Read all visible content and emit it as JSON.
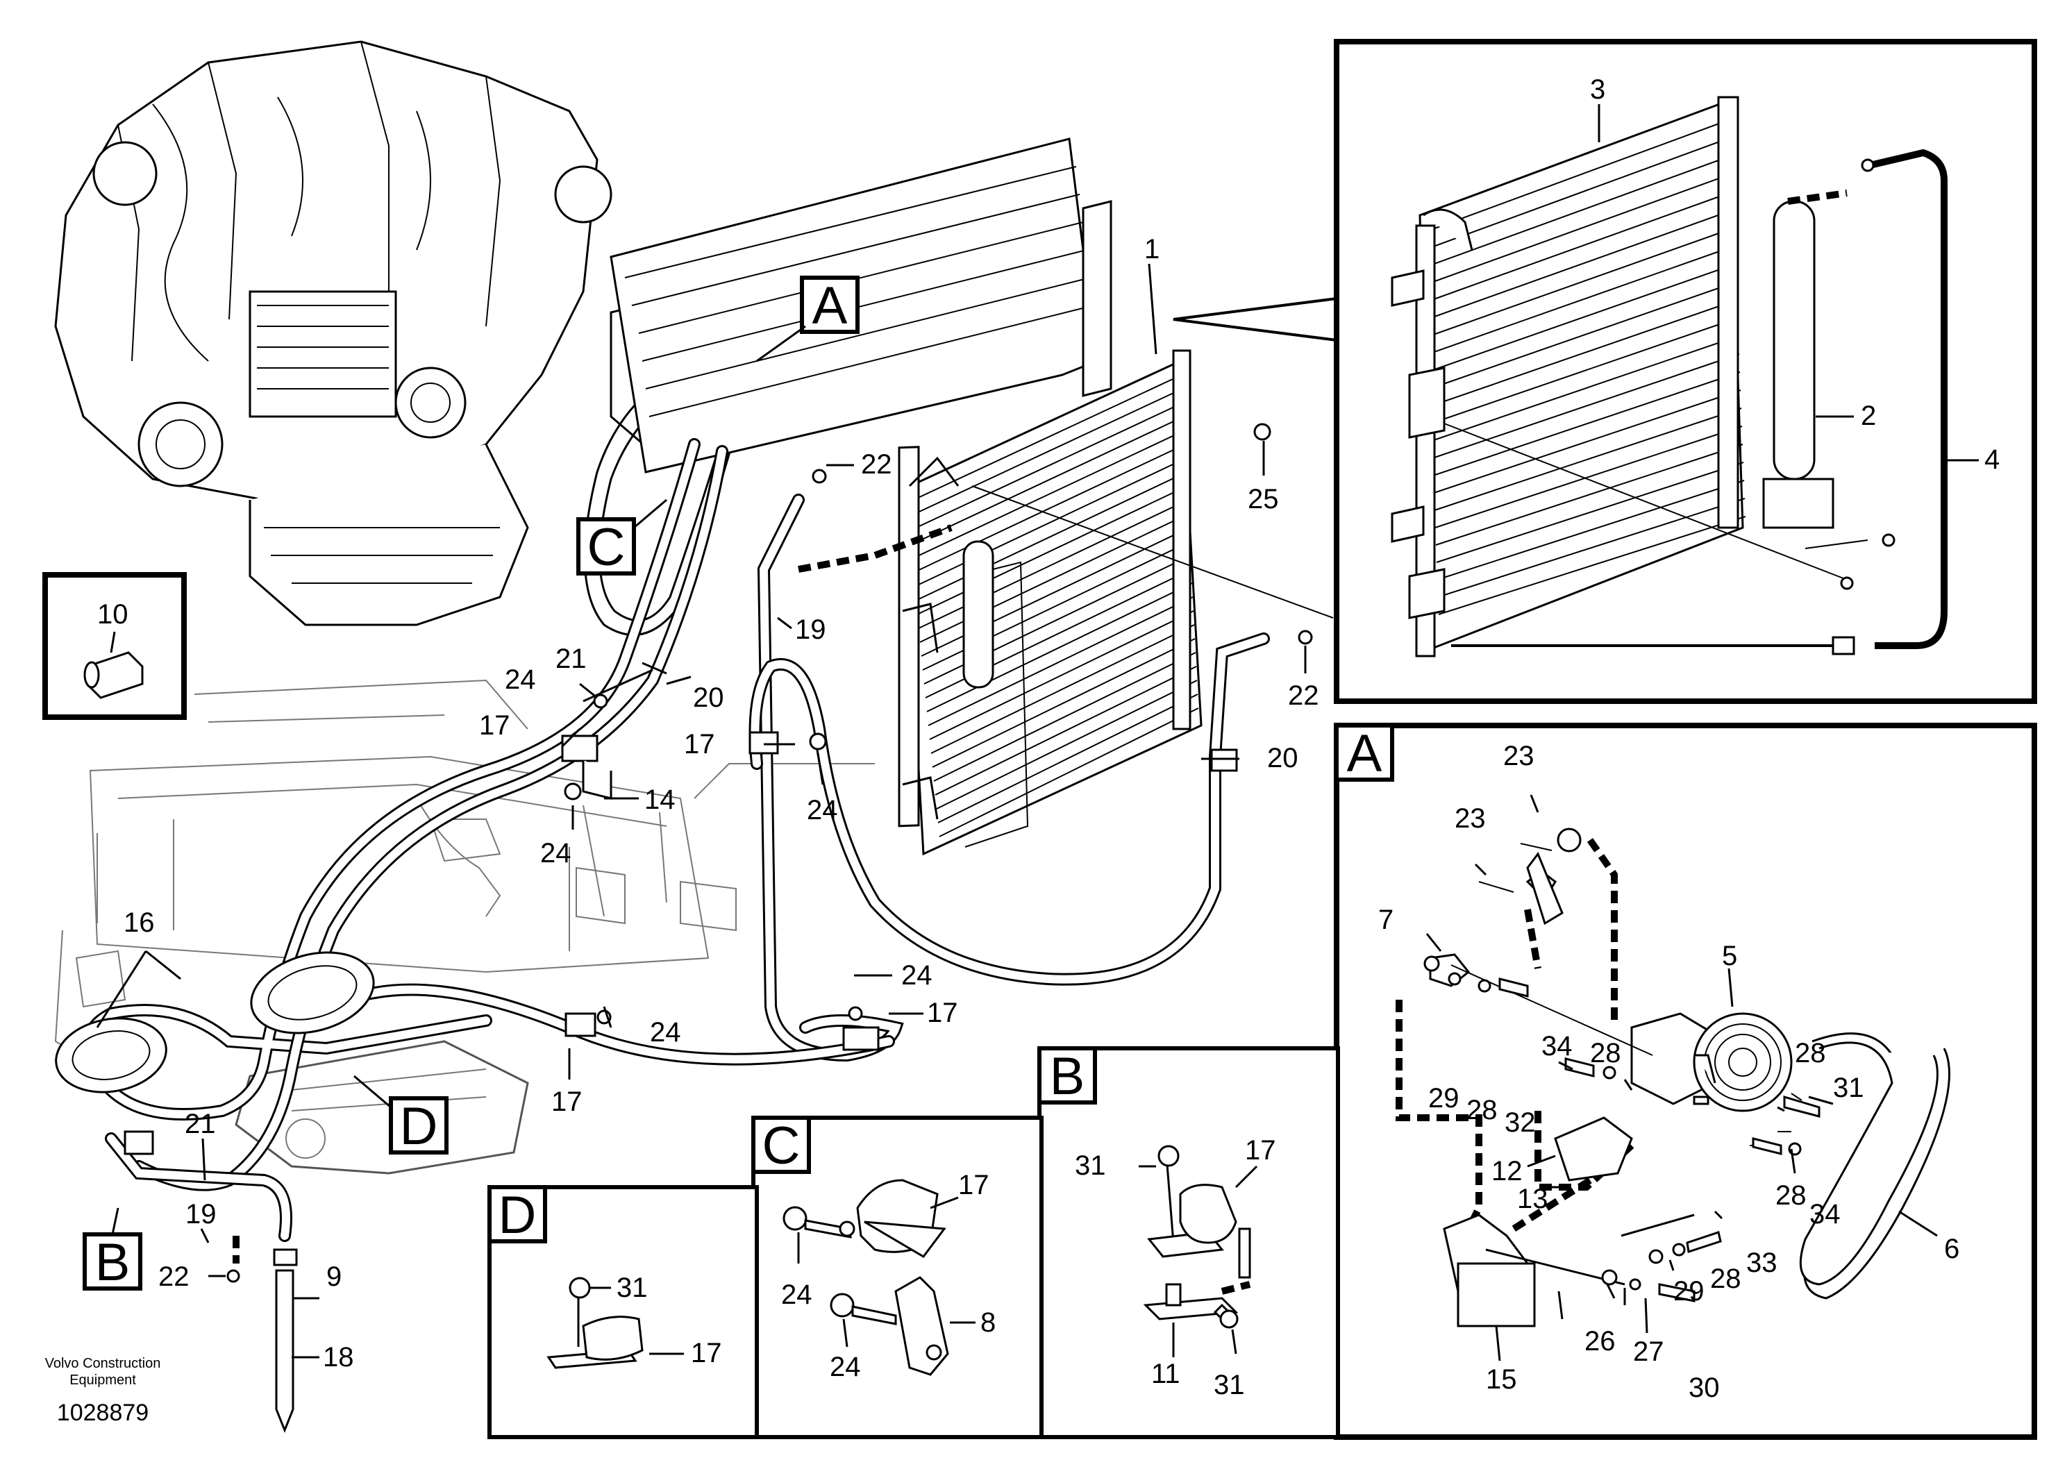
{
  "diagram": {
    "footer": {
      "company_line1": "Volvo Construction",
      "company_line2": "Equipment",
      "document_number": "1028879"
    },
    "detail_labels": {
      "A": "A",
      "B": "B",
      "C": "C",
      "D": "D"
    },
    "callouts": {
      "main": {
        "n1": "1",
        "n22a": "22",
        "n25": "25",
        "n22b": "22",
        "n19": "19",
        "n20a": "20",
        "n21a": "21",
        "n24a": "24",
        "n17a": "17",
        "n17b": "17",
        "n24b": "24",
        "n14": "14",
        "n24c": "24",
        "n20b": "20",
        "n16": "16",
        "n24d": "24",
        "n24e": "24",
        "n17c": "17",
        "n17d": "17",
        "n21b": "21",
        "n19b": "19",
        "n22c": "22",
        "n9": "9",
        "n18": "18",
        "n10": "10"
      },
      "condenser_detail": {
        "n3": "3",
        "n2": "2",
        "n4": "4"
      },
      "detail_a": {
        "n23a": "23",
        "n23b": "23",
        "n7": "7",
        "n5": "5",
        "n34a": "34",
        "n28a": "28",
        "n28b": "28",
        "n31": "31",
        "n29a": "29",
        "n28c": "28",
        "n32": "32",
        "n12": "12",
        "n13": "13",
        "n28d": "28",
        "n34b": "34",
        "n6": "6",
        "n33": "33",
        "n28e": "28",
        "n29b": "29",
        "n15": "15",
        "n26": "26",
        "n27": "27",
        "n30": "30"
      },
      "detail_b": {
        "n31a": "31",
        "n17": "17",
        "n11": "11",
        "n31b": "31"
      },
      "detail_c": {
        "n17": "17",
        "n24a": "24",
        "n8": "8",
        "n24b": "24"
      },
      "detail_d": {
        "n31": "31",
        "n17": "17"
      }
    }
  }
}
